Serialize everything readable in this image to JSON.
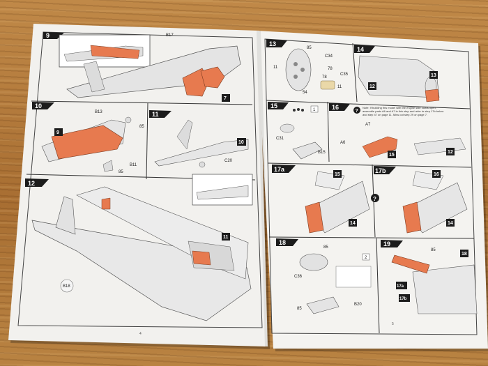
{
  "colors": {
    "paper": "#f2f1ee",
    "orange": "#e77a4f",
    "grey_part": "#d9d9d9",
    "line": "#333333",
    "badge": "#1c1c1c"
  },
  "left_page": {
    "page_number": "4",
    "steps": [
      {
        "number": "9",
        "labels": [
          "B17",
          "7"
        ]
      },
      {
        "number": "10",
        "labels": [
          "B13",
          "9",
          "85",
          "B11",
          "85"
        ]
      },
      {
        "number": "11",
        "labels": [
          "10",
          "C20"
        ]
      },
      {
        "number": "12",
        "labels": [
          "11",
          "B18"
        ]
      }
    ]
  },
  "right_page": {
    "page_number": "5",
    "steps": [
      {
        "number": "13",
        "labels": [
          "85",
          "C34",
          "11",
          "78",
          "C35",
          "54",
          "11",
          "78"
        ]
      },
      {
        "number": "14",
        "labels": [
          "13",
          "12"
        ]
      },
      {
        "number": "15",
        "labels": [
          "1",
          "C31",
          "B15"
        ]
      },
      {
        "number": "16",
        "labels": [
          "A7",
          "A6",
          "15",
          "12"
        ]
      },
      {
        "number": "17a",
        "labels": [
          "15",
          "14"
        ]
      },
      {
        "number": "17b",
        "labels": [
          "16",
          "14"
        ]
      },
      {
        "number": "18",
        "labels": [
          "85",
          "C36",
          "85",
          "B20",
          "2"
        ]
      },
      {
        "number": "19",
        "labels": [
          "85",
          "18",
          "17a",
          "17b"
        ]
      }
    ],
    "step16_note": [
      "Note: If building this model with the engine side cowls open,",
      "assemble parts A6 and A7 in this step and refer to step 17b below",
      "and step 47 on page 11. Miss out step 29 on page 7."
    ],
    "choice_icon": "question-mark-icon"
  }
}
